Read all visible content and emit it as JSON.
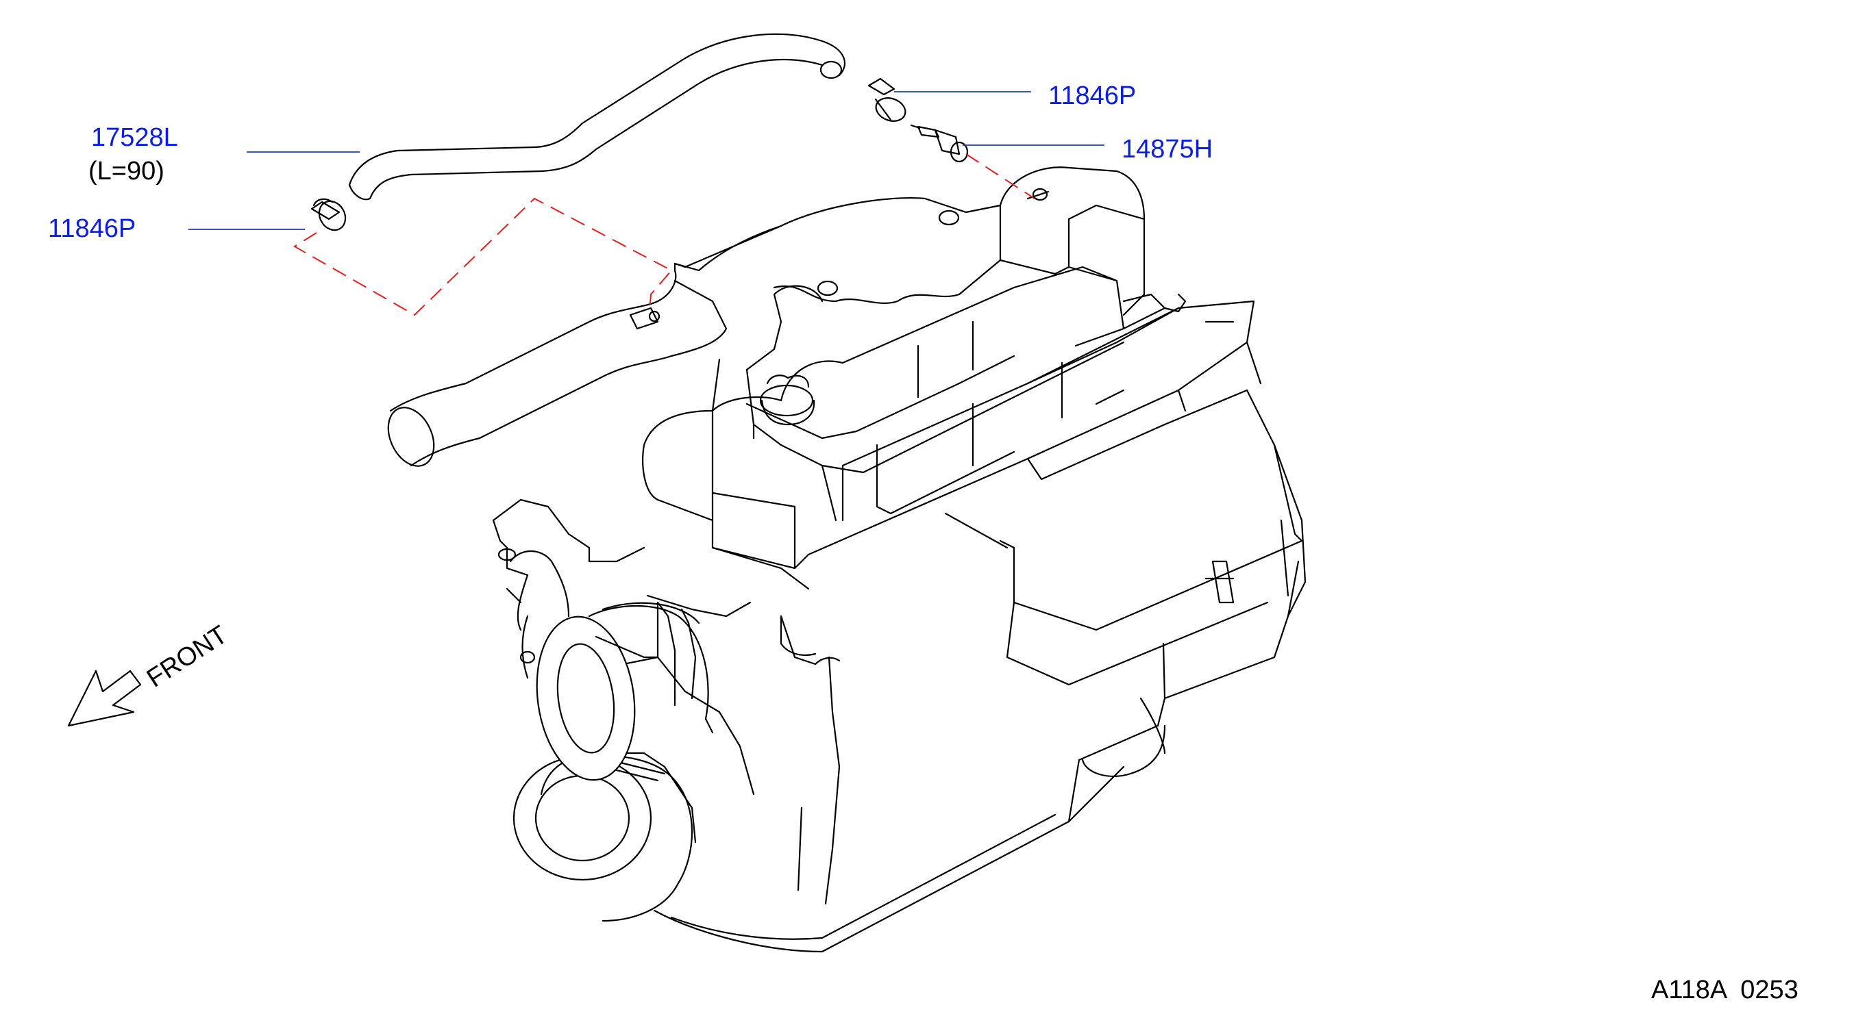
{
  "colors": {
    "callout": "#0a1ee0",
    "leader": "#1a3fb0",
    "dashed_guide": "#e02020",
    "outline": "#000000",
    "background": "#ffffff"
  },
  "callouts": {
    "hose_part": "17528L",
    "hose_length": "(L=90)",
    "clamp_left": "11846P",
    "clamp_right": "11846P",
    "pcv_valve": "14875H"
  },
  "orientation": {
    "label": "FRONT",
    "icon": "arrow-down-left-icon"
  },
  "diagram_code": "A118A  0253"
}
